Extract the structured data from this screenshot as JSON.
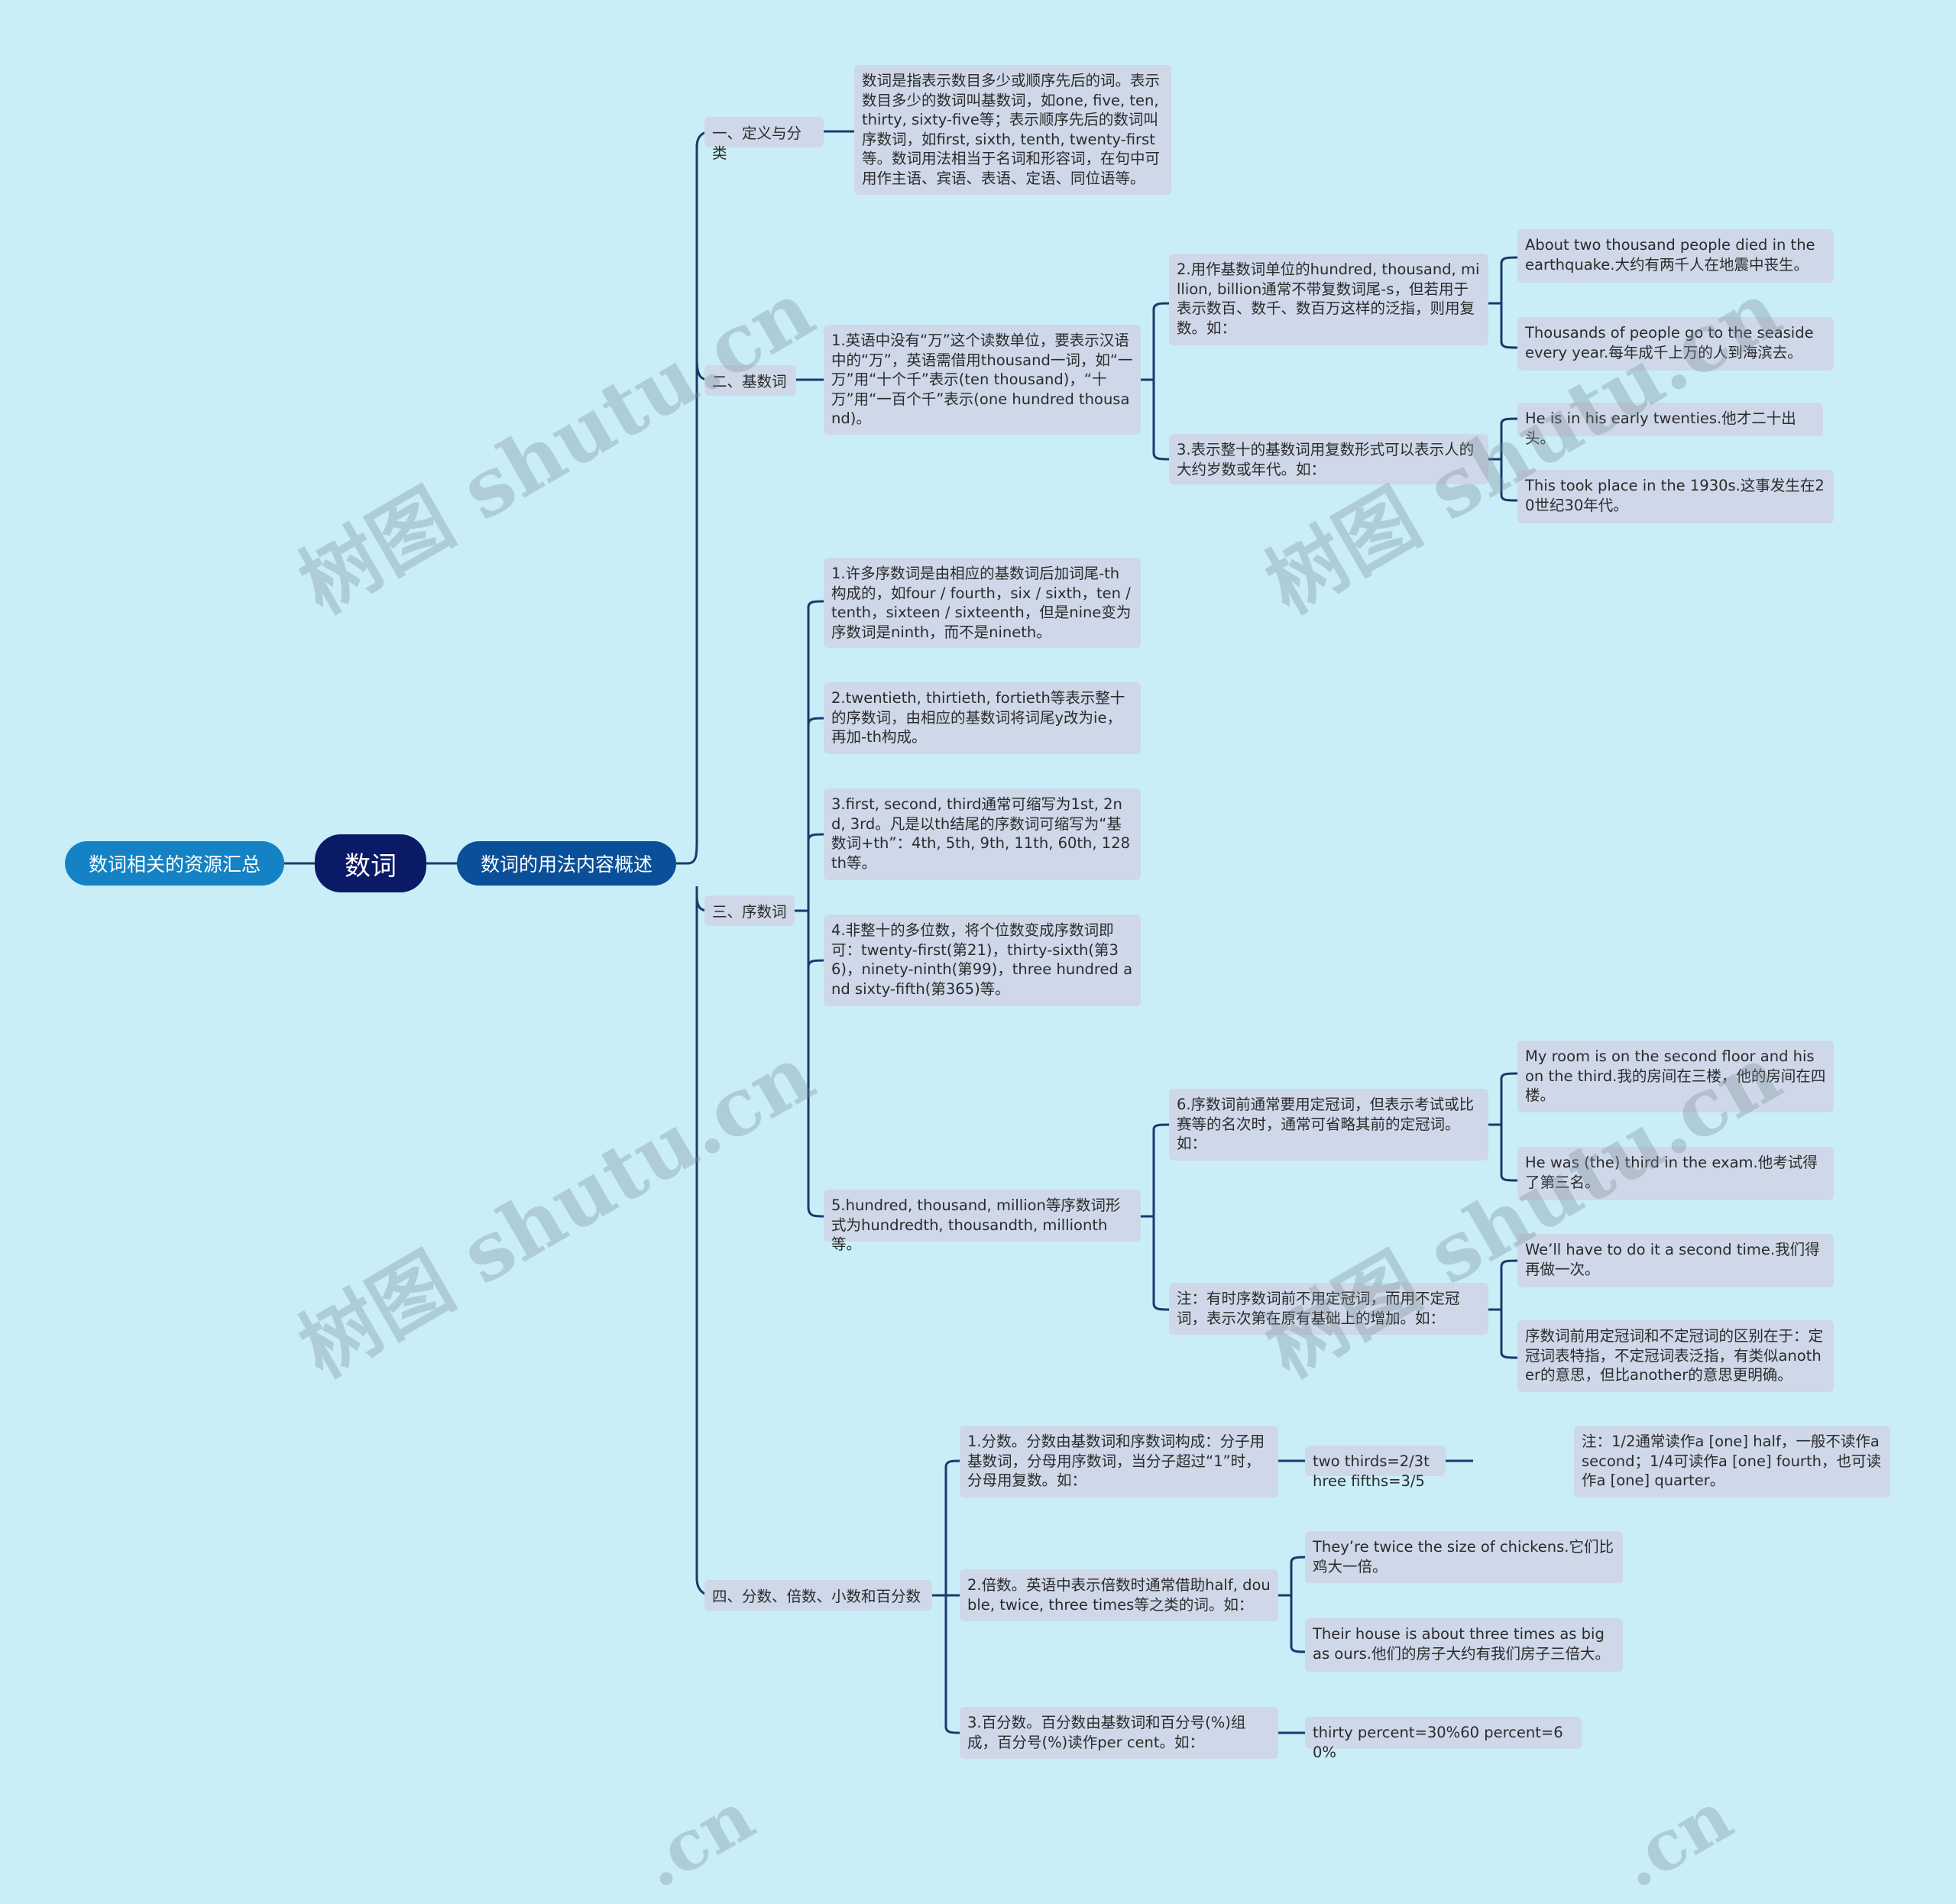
{
  "watermark": "树图 shutu.cn",
  "watermark_fragment": ".cn",
  "colors": {
    "background": "#c9eef7",
    "root": "#0b1a66",
    "main": "#0a4f99",
    "side": "#1482c4",
    "node": "#ced8e8",
    "line": "#1a3a6b"
  },
  "root": "数词",
  "main": "数词的用法内容概述",
  "side": "数词相关的资源汇总",
  "branches": [
    {
      "label": "一、定义与分类",
      "children": [
        "数词是指表示数目多少或顺序先后的词。表示数目多少的数词叫基数词，如one, five, ten, thirty, sixty-five等；表示顺序先后的数词叫序数词，如first, sixth, tenth, twenty-first等。数词用法相当于名词和形容词，在句中可用作主语、宾语、表语、定语、同位语等。"
      ]
    },
    {
      "label": "二、基数词",
      "children": [
        {
          "text": "1.英语中没有“万”这个读数单位，要表示汉语中的“万”，英语需借用thousand一词，如“一万”用“十个千”表示(ten thousand)，“十万”用“一百个千”表示(one hundred thousand)。",
          "children": [
            {
              "text": "2.用作基数词单位的hundred, thousand, million, billion通常不带复数词尾-s，但若用于表示数百、数千、数百万这样的泛指，则用复数。如：",
              "children": [
                "About two thousand people died in the earthquake.大约有两千人在地震中丧生。",
                "Thousands of people go to the seaside every year.每年成千上万的人到海滨去。"
              ]
            },
            {
              "text": "3.表示整十的基数词用复数形式可以表示人的大约岁数或年代。如：",
              "children": [
                "He is in his early twenties.他才二十出头。",
                "This took place in the 1930s.这事发生在20世纪30年代。"
              ]
            }
          ]
        }
      ]
    },
    {
      "label": "三、序数词",
      "children": [
        "1.许多序数词是由相应的基数词后加词尾-th构成的，如four / fourth，six / sixth，ten / tenth，sixteen / sixteenth，但是nine变为序数词是ninth，而不是nineth。",
        "2.twentieth, thirtieth, fortieth等表示整十的序数词，由相应的基数词将词尾y改为ie，再加-th构成。",
        "3.first, second, third通常可缩写为1st, 2nd, 3rd。凡是以th结尾的序数词可缩写为“基数词+th”：4th, 5th, 9th, 11th, 60th, 128th等。",
        "4.非整十的多位数，将个位数变成序数词即可：twenty-first(第21)，thirty-sixth(第36)，ninety-ninth(第99)，three hundred and sixty-fifth(第365)等。",
        {
          "text": "5.hundred, thousand, million等序数词形式为hundredth, thousandth, millionth等。",
          "children": [
            {
              "text": "6.序数词前通常要用定冠词，但表示考试或比赛等的名次时，通常可省略其前的定冠词。如：",
              "children": [
                "My room is on the second floor and his on the third.我的房间在三楼，他的房间在四楼。",
                "He was (the) third in the exam.他考试得了第三名。"
              ]
            },
            {
              "text": "注：有时序数词前不用定冠词，而用不定冠词，表示次第在原有基础上的增加。如：",
              "children": [
                "We’ll have to do it a second time.我们得再做一次。",
                "序数词前用定冠词和不定冠词的区别在于：定冠词表特指，不定冠词表泛指，有类似another的意思，但比another的意思更明确。"
              ]
            }
          ]
        }
      ]
    },
    {
      "label": "四、分数、倍数、小数和百分数",
      "children": [
        {
          "text": "1.分数。分数由基数词和序数词构成：分子用基数词，分母用序数词，当分子超过“1”时，分母用复数。如：",
          "children": [
            {
              "text": "two thirds=2/3three fifths=3/5",
              "children": [
                "注：1/2通常读作a [one] half，一般不读作a second；1/4可读作a [one] fourth，也可读作a [one] quarter。"
              ]
            }
          ]
        },
        {
          "text": "2.倍数。英语中表示倍数时通常借助half, double, twice, three times等之类的词。如：",
          "children": [
            "They’re twice the size of chickens.它们比鸡大一倍。",
            "Their house is about three times as big as ours.他们的房子大约有我们房子三倍大。"
          ]
        },
        {
          "text": "3.百分数。百分数由基数词和百分号(%)组成，百分号(%)读作per cent。如：",
          "children": [
            "thirty percent=30%60 percent=60%"
          ]
        }
      ]
    }
  ]
}
